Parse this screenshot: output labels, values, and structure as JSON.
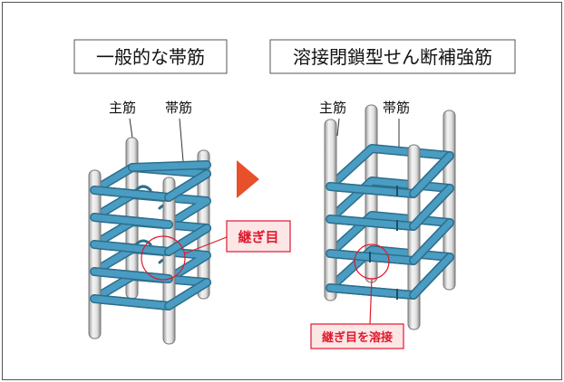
{
  "left": {
    "title": "一般的な帯筋",
    "label_main": "主筋",
    "label_tie": "帯筋",
    "callout": "継ぎ目"
  },
  "right": {
    "title": "溶接閉鎖型せん断補強筋",
    "label_main": "主筋",
    "label_tie": "帯筋",
    "callout": "継ぎ目を溶接"
  },
  "colors": {
    "tie": "#4a9cc2",
    "tie_dark": "#2c6f8c",
    "bar": "#eeeeee",
    "bar_edge": "#7a7a7a",
    "callout_red": "#e0192c",
    "callout_fill": "#fde6e6",
    "arrow": "#e8502a"
  }
}
